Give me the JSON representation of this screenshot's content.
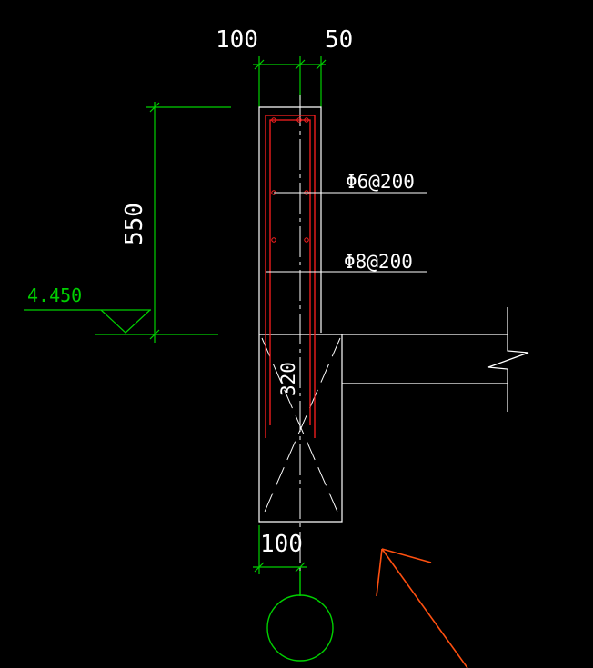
{
  "colors": {
    "background": "#000000",
    "dimension": "#00d000",
    "outline": "#ffffff",
    "rebar": "#ff2020",
    "arrow": "#ff5010"
  },
  "dimensions": {
    "top_left_width": "100",
    "top_right_width": "50",
    "parapet_height": "550",
    "beam_depth": "320",
    "bottom_width": "100"
  },
  "level": {
    "elevation": "4.450"
  },
  "rebar_labels": {
    "horizontal_bars": "Φ6@200",
    "vertical_bars": "Φ8@200"
  },
  "icons": {
    "level_marker": "level-triangle-icon",
    "axis_bubble": "axis-bubble-icon",
    "break_line": "break-line-icon",
    "pointer": "arrow-pointer-icon"
  }
}
